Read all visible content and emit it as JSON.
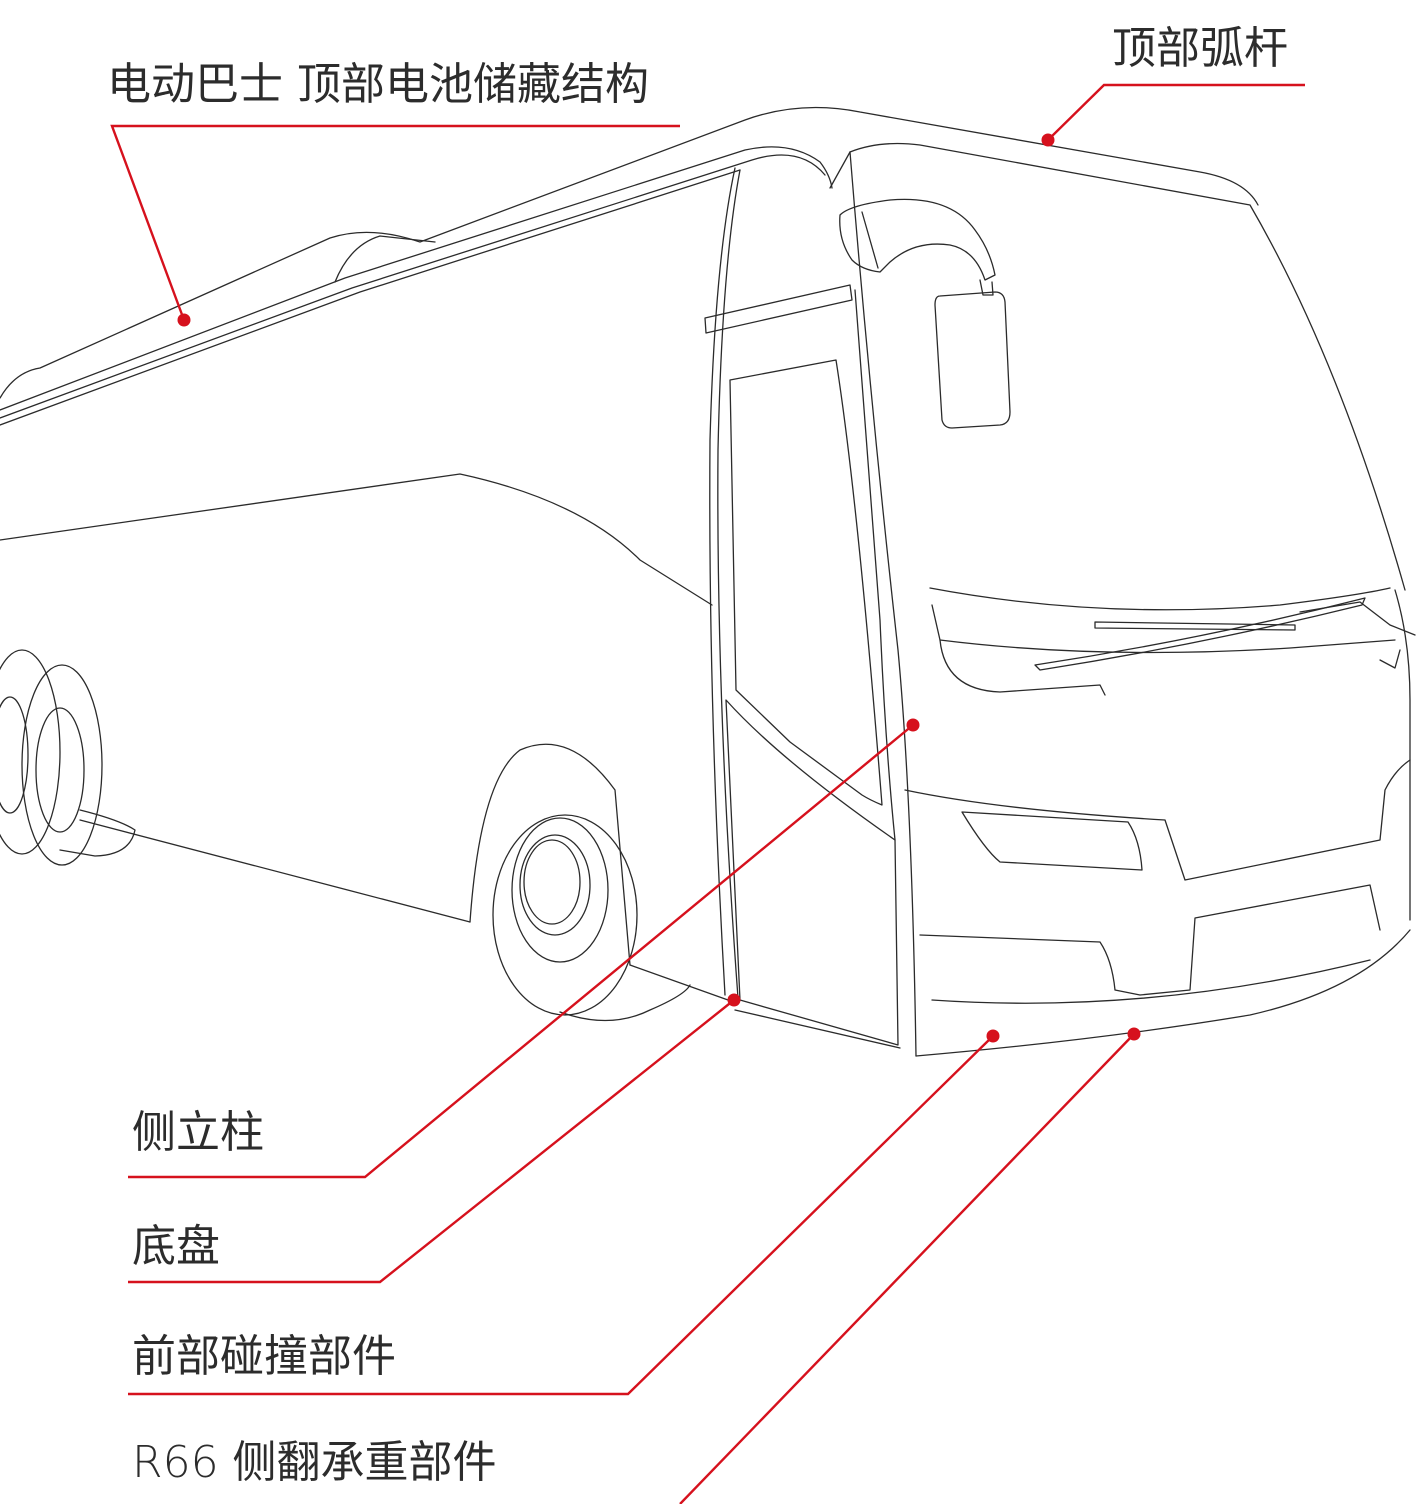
{
  "labels": {
    "roof_battery": "电动巴士 顶部电池储藏结构",
    "roof_bow": "顶部弧杆",
    "side_pillar": "侧立柱",
    "chassis": "底盘",
    "front_crash": "前部碰撞部件",
    "rollover": "R66 侧翻承重部件"
  },
  "colors": {
    "accent": "#d6111d",
    "outline": "#2b2b2b",
    "text": "#2c2c2c",
    "background": "#ffffff"
  }
}
